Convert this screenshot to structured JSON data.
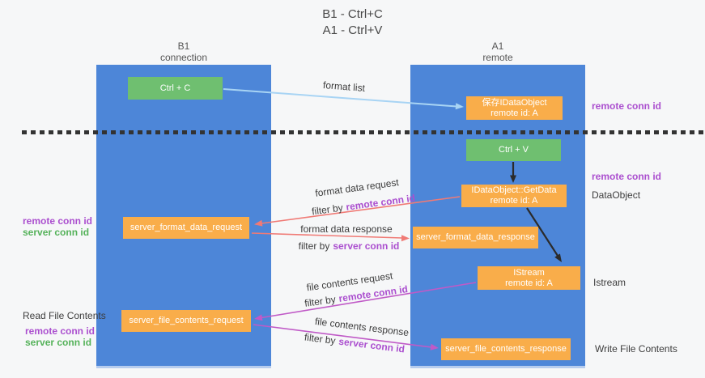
{
  "title": {
    "line1": "B1 - Ctrl+C",
    "line2": "A1 - Ctrl+V"
  },
  "colors": {
    "lane_blue": "#4d86d8",
    "box_orange": "#f9ad4a",
    "box_green": "#6fbf70",
    "purple_text": "#ab4fcf",
    "green_text": "#55b25a",
    "red_arrow": "#f07a75",
    "magenta_arrow": "#c05ac7",
    "lightblue_arrow": "#a8d4f4",
    "black_arrow": "#2b2b2b"
  },
  "lanes": {
    "left": {
      "title": "B1",
      "subtitle": "connection"
    },
    "right": {
      "title": "A1",
      "subtitle": "remote"
    }
  },
  "nodes": {
    "ctrl_c": {
      "label": "Ctrl + C"
    },
    "save_idataobject": {
      "line1": "保存IDataObject",
      "line2": "remote id: A"
    },
    "ctrl_v": {
      "label": "Ctrl + V"
    },
    "getdata": {
      "line1": "IDataObject::GetData",
      "line2": "remote id: A"
    },
    "server_format_data_request": {
      "label": "server_format_data_request"
    },
    "server_format_data_response": {
      "label": "server_format_data_response"
    },
    "istream": {
      "line1": "IStream",
      "line2": "remote id: A"
    },
    "server_file_contents_request": {
      "label": "server_file_contents_request"
    },
    "server_file_contents_response": {
      "label": "server_file_contents_response"
    }
  },
  "flow_labels": {
    "format_list": "format list",
    "format_data_request": "format data request",
    "format_data_response": "format data response",
    "file_contents_request": "file contents request",
    "file_contents_response": "file contents response",
    "filter_by": "filter by",
    "remote_conn_id": "remote conn id",
    "server_conn_id": "server conn id"
  },
  "annotations": {
    "right_remote_conn_id_top": "remote conn id",
    "right_remote_conn_id_mid": "remote conn id",
    "right_dataobject": "DataObject",
    "right_istream": "Istream",
    "right_write_file_contents": "Write File Contents",
    "left_remote_conn_id_mid": "remote conn id",
    "left_server_conn_id_mid": "server conn id",
    "left_read_file_contents": "Read File Contents",
    "left_remote_conn_id_bottom": "remote conn id",
    "left_server_conn_id_bottom": "server conn id"
  }
}
